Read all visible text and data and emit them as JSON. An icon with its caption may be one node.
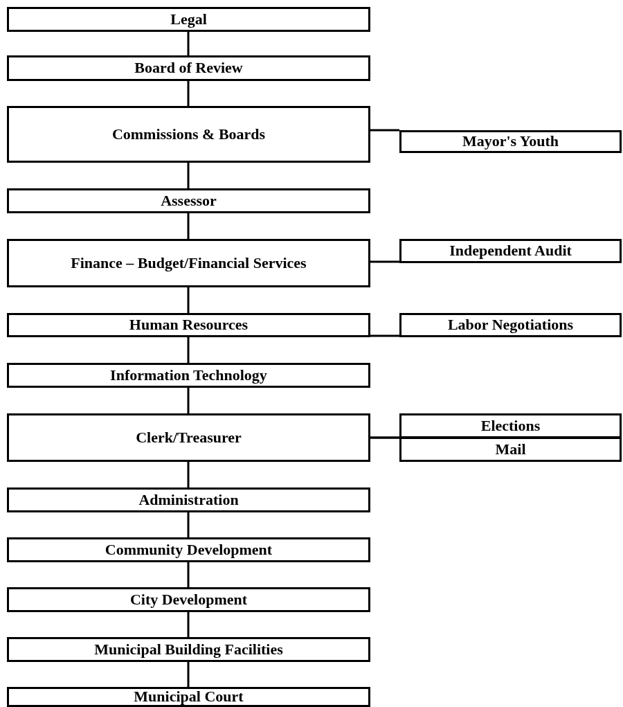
{
  "diagram": {
    "nodes": [
      {
        "text": [
          "Legal"
        ]
      },
      {
        "text": [
          "Board of Review"
        ]
      },
      {
        "text": [
          "Commissions & Boards"
        ]
      },
      {
        "text": [
          "Mayor's Youth"
        ]
      },
      {
        "text": [
          "Assessor"
        ]
      },
      {
        "text": [
          "Finance – Budget/Financial Services"
        ]
      },
      {
        "text": [
          "Independent Audit"
        ]
      },
      {
        "text": [
          "Human Resources"
        ]
      },
      {
        "text": [
          "Labor Negotiations"
        ]
      },
      {
        "text": [
          "Information Technology"
        ]
      },
      {
        "text": [
          "Clerk/Treasurer"
        ]
      },
      {
        "text": [
          "Elections"
        ]
      },
      {
        "text": [
          "Mail"
        ]
      },
      {
        "text": [
          "Administration"
        ]
      },
      {
        "text": [
          "Community Development"
        ]
      },
      {
        "text": [
          "City Development"
        ]
      },
      {
        "text": [
          "Municipal Building Facilities"
        ]
      },
      {
        "text": [
          "Municipal Court"
        ]
      }
    ],
    "edges": [
      {
        "from": 0,
        "to": 1,
        "arrow": "none"
      },
      {
        "from": 1,
        "to": 2,
        "arrow": "none"
      },
      {
        "from": 2,
        "to": 3,
        "arrow": "none"
      },
      {
        "from": 2,
        "to": 4,
        "arrow": "none"
      },
      {
        "from": 4,
        "to": 5,
        "arrow": "none"
      },
      {
        "from": 5,
        "to": 6,
        "arrow": "none"
      },
      {
        "from": 5,
        "to": 7,
        "arrow": "none"
      },
      {
        "from": 7,
        "to": 8,
        "arrow": "none"
      },
      {
        "from": 7,
        "to": 9,
        "arrow": "none"
      },
      {
        "from": 9,
        "to": 10,
        "arrow": "none"
      },
      {
        "from": 10,
        "to": 11,
        "arrow": "none"
      },
      {
        "from": 10,
        "to": 12,
        "arrow": "none"
      },
      {
        "from": 10,
        "to": 13,
        "arrow": "none"
      },
      {
        "from": 13,
        "to": 14,
        "arrow": "none"
      },
      {
        "from": 14,
        "to": 15,
        "arrow": "none"
      },
      {
        "from": 15,
        "to": 16,
        "arrow": "none"
      },
      {
        "from": 16,
        "to": 17,
        "arrow": "none"
      }
    ]
  }
}
